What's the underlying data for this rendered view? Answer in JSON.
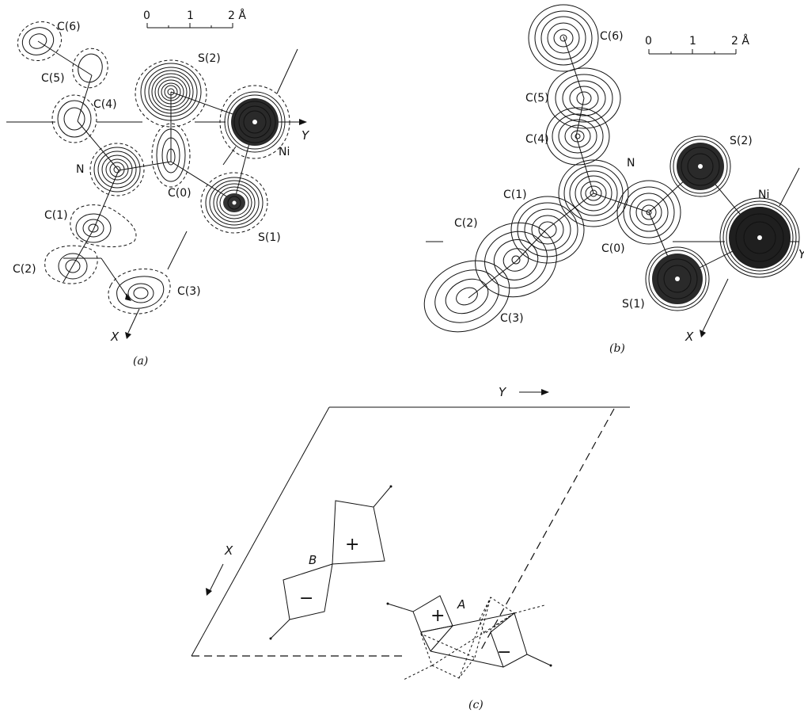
{
  "panel_a": {
    "caption": "(a)",
    "scale": {
      "ticks": [
        "0",
        "1",
        "2 Å"
      ]
    },
    "axis_x": "X",
    "axis_y": "Y",
    "atoms": {
      "C6": "C(6)",
      "C5": "C(5)",
      "C4": "C(4)",
      "S2": "S(2)",
      "Ni": "Ni",
      "N": "N",
      "C0": "C(0)",
      "C1": "C(1)",
      "S1": "S(1)",
      "C2": "C(2)",
      "C3": "C(3)"
    }
  },
  "panel_b": {
    "caption": "(b)",
    "scale": {
      "ticks": [
        "0",
        "1",
        "2 Å"
      ]
    },
    "axis_x": "X",
    "axis_y": "Y",
    "atoms": {
      "C6": "C(6)",
      "C5": "C(5)",
      "C4": "C(4)",
      "N": "N",
      "S2": "S(2)",
      "C1": "C(1)",
      "Ni": "Ni",
      "C2": "C(2)",
      "C0": "C(0)",
      "S1": "S(1)",
      "C3": "C(3)"
    }
  },
  "panel_c": {
    "caption": "(c)",
    "axis_x": "X",
    "axis_y": "Y",
    "molecule_a": "A",
    "molecule_b": "B",
    "plus": "+",
    "minus": "−"
  }
}
